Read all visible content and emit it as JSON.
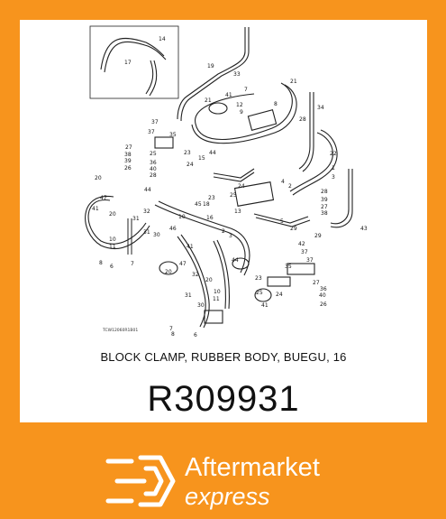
{
  "caption": "BLOCK CLAMP, RUBBER BODY, BUEGU, 16",
  "part_number": "R309931",
  "diagram_code": "TCW12060R1B01",
  "callouts": [
    "14",
    "17",
    "19",
    "33",
    "21",
    "7",
    "41",
    "12",
    "9",
    "8",
    "34",
    "35",
    "37",
    "27",
    "38",
    "39",
    "26",
    "25",
    "36",
    "40",
    "28",
    "23",
    "44",
    "15",
    "24",
    "20",
    "47",
    "45",
    "18",
    "2",
    "3",
    "10",
    "16",
    "22",
    "41",
    "13",
    "4",
    "5",
    "6",
    "31",
    "32",
    "11",
    "30",
    "46",
    "29",
    "42",
    "43",
    "1",
    "21",
    "38",
    "20",
    "44",
    "23",
    "25",
    "47",
    "41"
  ],
  "logo": {
    "line1": "Aftermarket",
    "line2": "express",
    "icon": "arrow-e-logo-icon"
  },
  "colors": {
    "frame": "#f7941d",
    "card": "#ffffff",
    "text": "#111111"
  }
}
